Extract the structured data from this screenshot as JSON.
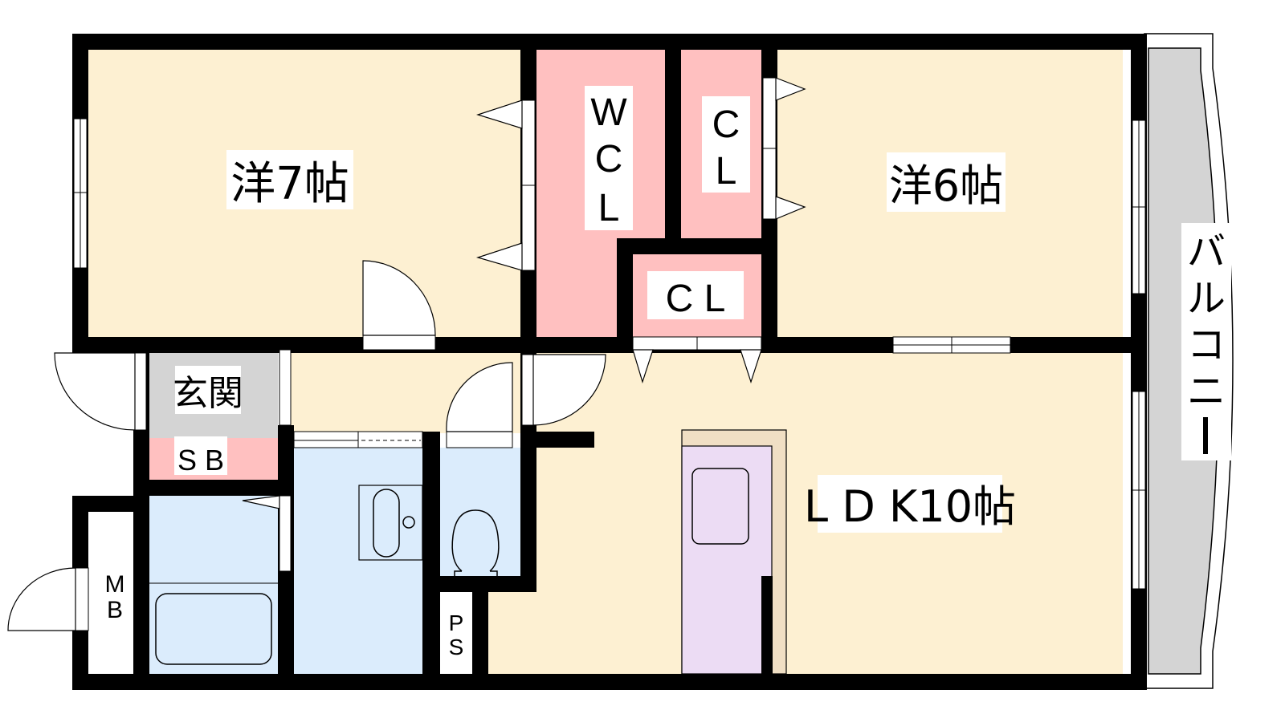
{
  "colors": {
    "room": "#fdf0d2",
    "closet": "#ffc0c0",
    "wet": "#dbecfc",
    "entrance": "#d4d4d4",
    "balcony": "#d4d4d4",
    "kitchen": "#ecdcf4",
    "counter": "#f0dfc4",
    "wall": "#000000"
  },
  "rooms": {
    "western7": "洋7帖",
    "western6": "洋6帖",
    "wcl": [
      "W",
      "C",
      "L"
    ],
    "cl_upper": [
      "C",
      "L"
    ],
    "cl_lower": "C L",
    "entrance": "玄関",
    "shoe_box": "S B",
    "meter_box": [
      "M",
      "B"
    ],
    "pipe_space": [
      "P",
      "S"
    ],
    "ldk": "L D K10帖",
    "balcony": [
      "バ",
      "ル",
      "コ",
      "ニ",
      "ー"
    ]
  }
}
